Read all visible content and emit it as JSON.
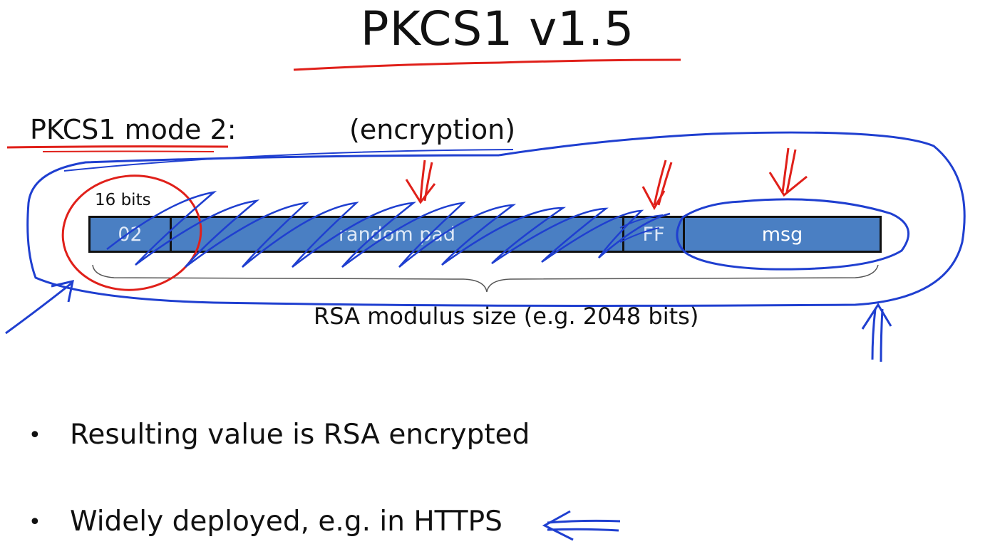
{
  "slide": {
    "title": "PKCS1 v1.5",
    "mode_label": "PKCS1 mode 2:",
    "mode_note": "(encryption)"
  },
  "diagram": {
    "field_size_label": "16 bits",
    "blocks": [
      {
        "label": "02"
      },
      {
        "label": "random pad"
      },
      {
        "label": "FF"
      },
      {
        "label": "msg"
      }
    ],
    "size_label": "RSA modulus size  (e.g. 2048 bits)",
    "block_color": "#4a7fc3"
  },
  "bullets": [
    {
      "text": "Resulting value is RSA encrypted"
    },
    {
      "text": "Widely deployed, e.g.  in HTTPS"
    }
  ],
  "annotations": {
    "blue_ink": "#1f3fd0",
    "red_ink": "#e0201a"
  }
}
